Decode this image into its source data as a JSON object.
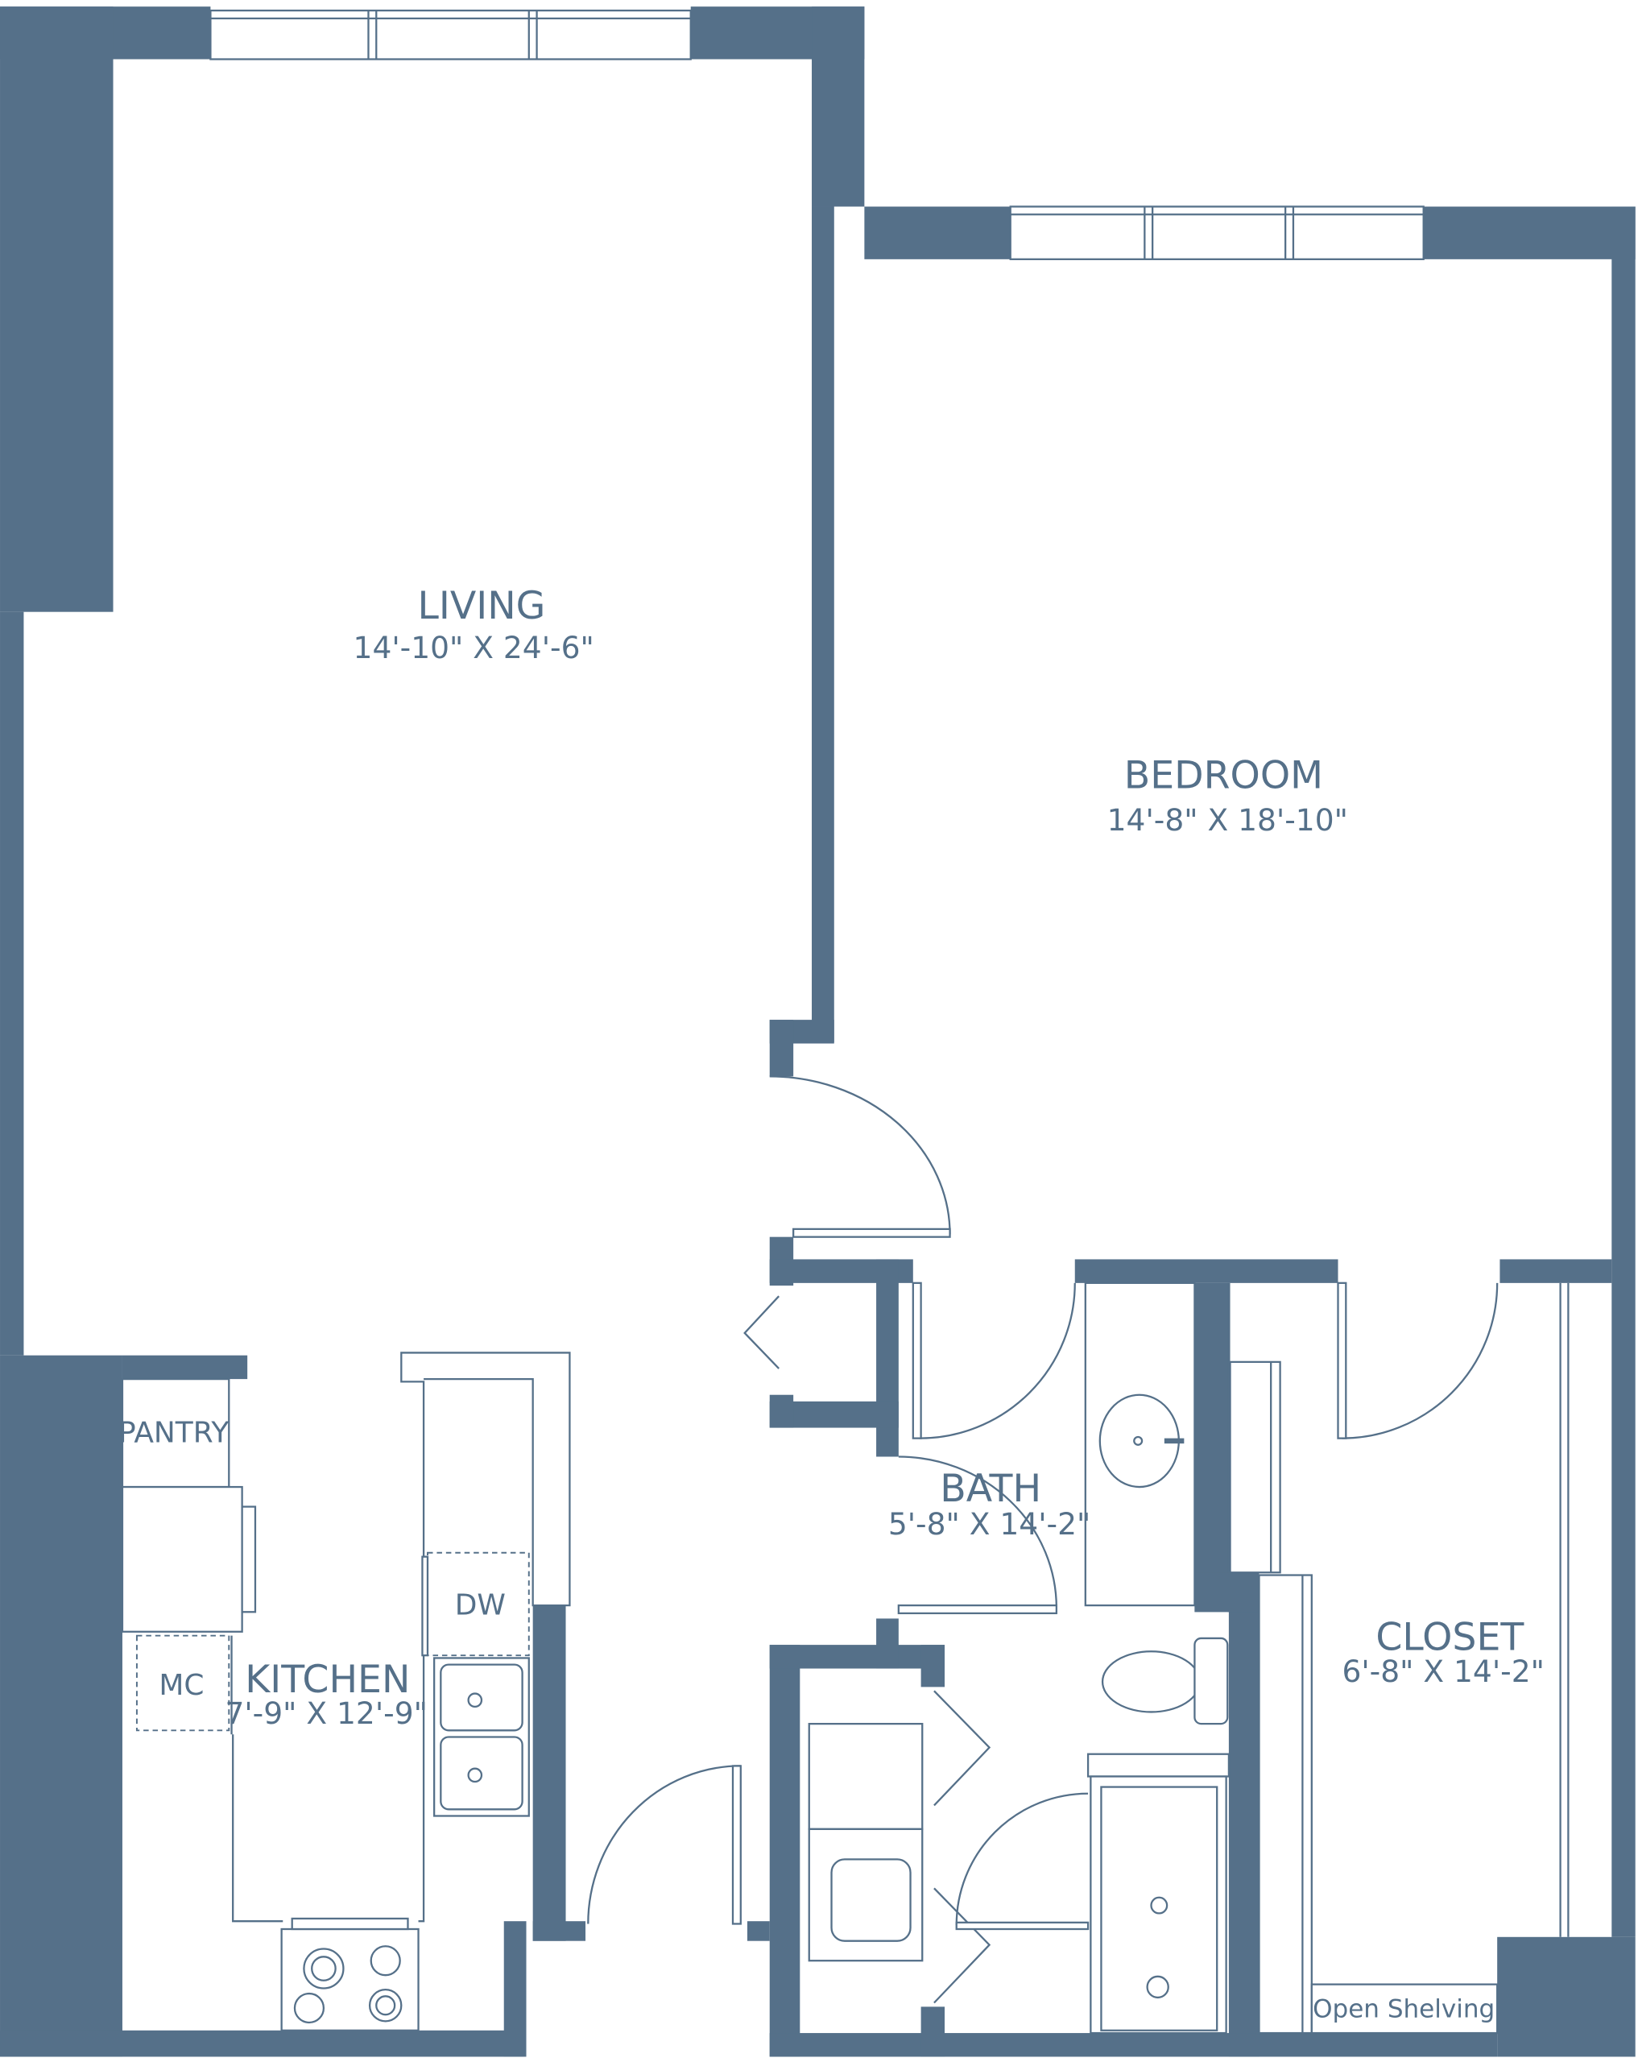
{
  "colors": {
    "wall": "#557089",
    "background": "#ffffff"
  },
  "rooms": {
    "living": {
      "name": "LIVING",
      "dims": "14'-10\" X 24'-6\""
    },
    "bedroom": {
      "name": "BEDROOM",
      "dims": "14'-8\" X 18'-10\""
    },
    "bath": {
      "name": "BATH",
      "dims": "5'-8\" X 14'-2\""
    },
    "closet": {
      "name": "CLOSET",
      "dims": "6'-8\" X 14'-2\""
    },
    "kitchen": {
      "name": "KITCHEN",
      "dims": "7'-9\" X 12'-9\""
    }
  },
  "fixtures": {
    "pantry": "PANTRY",
    "mc": "MC",
    "dw": "DW",
    "open_shelving": "Open Shelving"
  }
}
